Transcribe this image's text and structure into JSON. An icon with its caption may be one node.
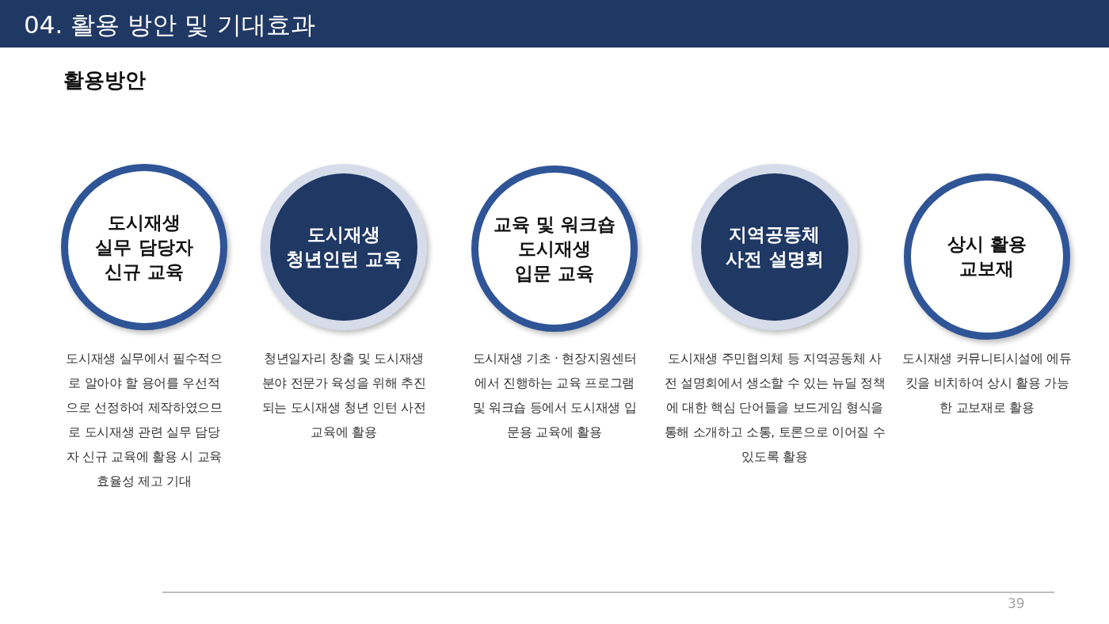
{
  "diagram": {
    "title": "04. 활용 방안 및 기대효과",
    "nodes": [
      {
        "text": [
          "도시재생 실무 담당자 신규 교육"
        ],
        "beside": [
          "도시재생 실무에서 필수적으로 알아야 할 용어를 우선적으로 선정하여 제작하였으므로 도시재생 관련 실무 담당자 신규 교육에 활용 시 교육효율성 제고 기대"
        ]
      },
      {
        "text": [
          "도시재생 청년인턴 교육"
        ],
        "beside": [
          "청년일자리 창출 및 도시재생 분야 전문가 육성을 위해 추진되는 도시재생 청년 인턴 사전교육에 활용"
        ]
      },
      {
        "text": [
          "교육 및 워크숍 도시재생 입문 교육"
        ],
        "beside": [
          "도시재생 기초 · 현장지원센터에서 진행하는 교육 프로그램 및 워크숍 등에서 도시재생 입문용 교육에 활용"
        ]
      },
      {
        "text": [
          "지역공동체 사전 설명회"
        ],
        "beside": [
          "도시재생 주민협의체 등 지역공동체 사전 설명회에서 생소할 수 있는 뉴딜 정책에 대한 핵심 단어들을 보드게임 형식을 통해 소개하고 소통, 토론으로 이어질 수 있도록 활용"
        ]
      },
      {
        "text": [
          "상시 활용 교보재"
        ],
        "beside": [
          "도시재생 커뮤니티시설에 에듀킷을 비치하여 상시 활용 가능한 교보재로 활용"
        ]
      }
    ],
    "labels": [
      "활용방안",
      "39"
    ]
  }
}
